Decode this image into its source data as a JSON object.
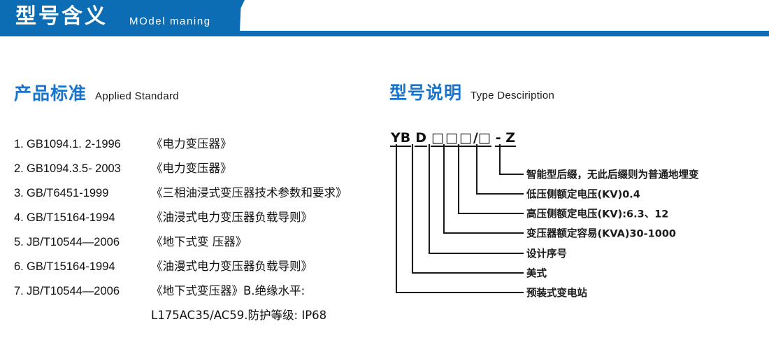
{
  "banner": {
    "title": "型号含义",
    "subtitle": "MOdel maning",
    "color": "#0c6cb4"
  },
  "sections": {
    "standard": {
      "cn": "产品标准",
      "en": "Applied Standard"
    },
    "type": {
      "cn": "型号说明",
      "en": "Type Desciription"
    }
  },
  "standards": [
    {
      "index": "1.",
      "code": "GB1094.1. 2-1996",
      "name": "《电力变压器》"
    },
    {
      "index": "2.",
      "code": "GB1094.3.5- 2003",
      "name": "《电力变压器》"
    },
    {
      "index": "3.",
      "code": "GB/T6451-1999",
      "name": "《三相油浸式变压器技术参数和要求》"
    },
    {
      "index": "4.",
      "code": "GB/T15164-1994",
      "name": "《油浸式电力变压器负载导则》"
    },
    {
      "index": "5.",
      "code": "JB/T10544—2006",
      "name": "《地下式变 压器》"
    },
    {
      "index": "6.",
      "code": "GB/T15164-1994",
      "name": "《油漫式电力变压器负载导则》"
    },
    {
      "index": "7.",
      "code": "JB/T10544—2006",
      "name": "《地下式变压器》B.绝缘水平:"
    }
  ],
  "standards_continuation": "L175AC35/AC59.防护等级: IP68",
  "model_code": {
    "segments": [
      "YB",
      "D",
      "□",
      "□",
      "□",
      "/□",
      "- Z"
    ],
    "full": "YB D □□□/□ - Z"
  },
  "model_labels": [
    "智能型后缀，无此后缀则为普通地埋变",
    "低压侧额定电压(KV)0.4",
    "高压侧额定电压(KV):6.3、12",
    "变压器额定容易(KVA)30-1000",
    "设计序号",
    "美式",
    "预装式变电站"
  ]
}
